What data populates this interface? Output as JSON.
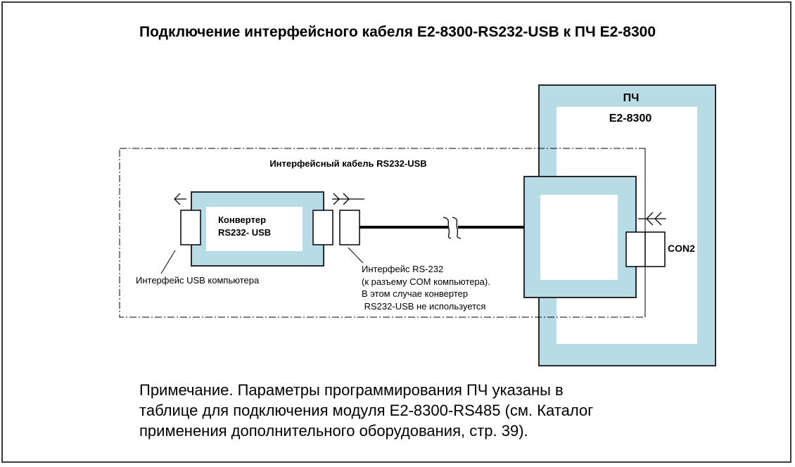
{
  "title": "Подключение интерфейсного кабеля E2-8300-RS232-USB к ПЧ E2-8300",
  "colors": {
    "block_fill": "#b7dce6",
    "outline": "#2a2a2a",
    "frame": "#3c3c3c"
  },
  "vfd": {
    "line1": "ПЧ",
    "line2": "E2-8300",
    "connector_label": "CON2"
  },
  "cable": {
    "label": "Интерфейсный кабель RS232-USB"
  },
  "converter": {
    "line1": "Конвертер",
    "line2": "RS232- USB"
  },
  "callouts": {
    "usb": "Интерфейс USB компьютера",
    "rs232": [
      "Интерфейс RS-232",
      "(к разъему COM компьютера).",
      "В этом случае конвертер",
      " RS232-USB не используется"
    ]
  },
  "note": [
    "Примечание. Параметры программирования ПЧ указаны в",
    "таблице для подключения модуля E2-8300-RS485 (см. Каталог",
    "применения дополнительного оборудования, стр. 39)."
  ]
}
